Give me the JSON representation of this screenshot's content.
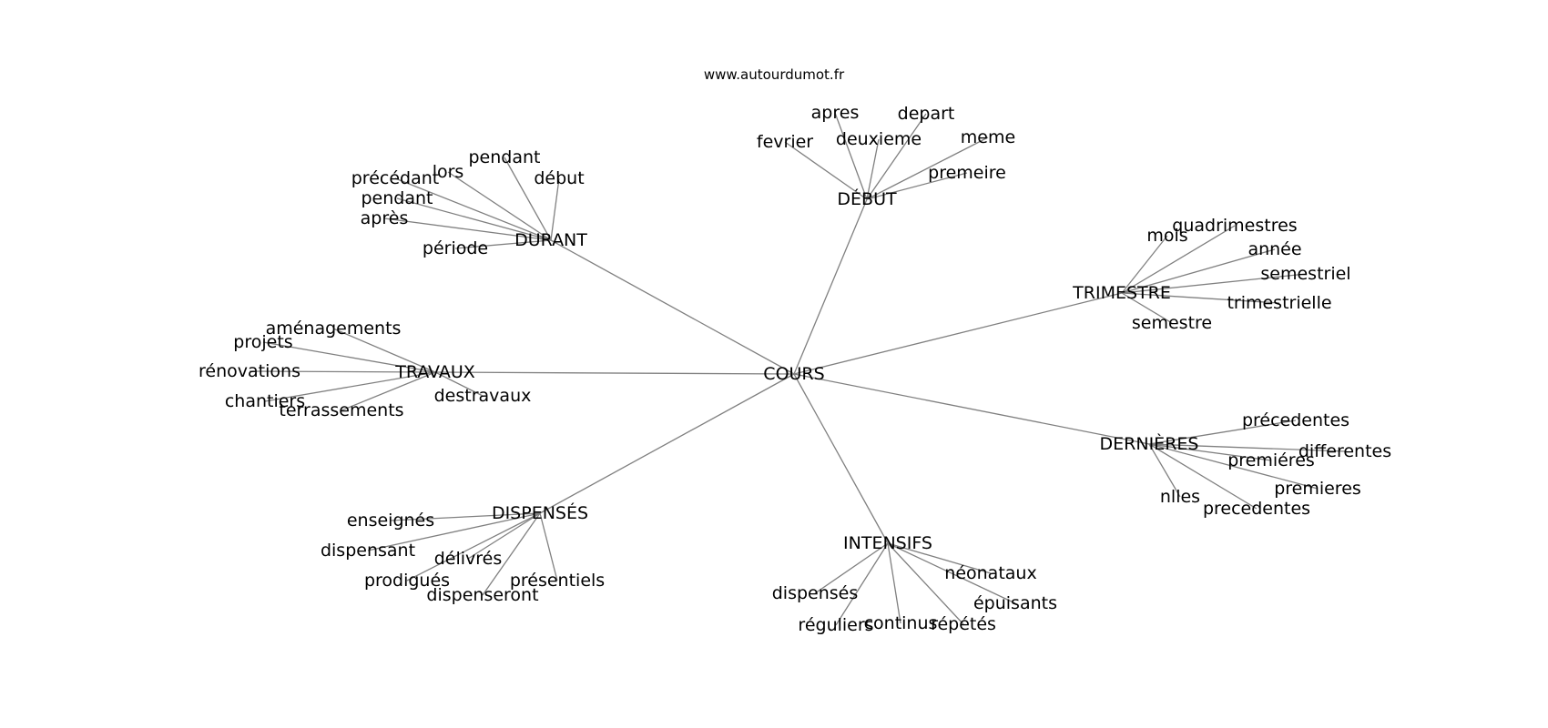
{
  "source": "www.autourdumot.fr",
  "graph": {
    "center": "COURS",
    "hubs": [
      {
        "id": "debut",
        "label": "DÉBUT",
        "leaves": [
          "apres",
          "depart",
          "fevrier",
          "deuxieme",
          "meme",
          "premeire"
        ]
      },
      {
        "id": "durant",
        "label": "DURANT",
        "leaves": [
          "pendant",
          "lors",
          "précédant",
          "début",
          "pendant",
          "après",
          "période"
        ]
      },
      {
        "id": "trimestre",
        "label": "TRIMESTRE",
        "leaves": [
          "quadrimestres",
          "mois",
          "année",
          "semestriel",
          "trimestrielle",
          "semestre"
        ]
      },
      {
        "id": "travaux",
        "label": "TRAVAUX",
        "leaves": [
          "aménagements",
          "projets",
          "rénovations",
          "chantiers",
          "terrassements",
          "destravaux"
        ]
      },
      {
        "id": "dernieres",
        "label": "DERNIÈRES",
        "leaves": [
          "précedentes",
          "differentes",
          "premiéres",
          "premieres",
          "nlles",
          "precedentes"
        ]
      },
      {
        "id": "dispenses",
        "label": "DISPENSÉS",
        "leaves": [
          "enseignés",
          "dispensant",
          "délivrés",
          "prodigués",
          "présentiels",
          "dispenseront"
        ]
      },
      {
        "id": "intensifs",
        "label": "INTENSIFS",
        "leaves": [
          "néonataux",
          "dispensés",
          "épuisants",
          "réguliers",
          "continus",
          "répétés"
        ]
      }
    ]
  }
}
